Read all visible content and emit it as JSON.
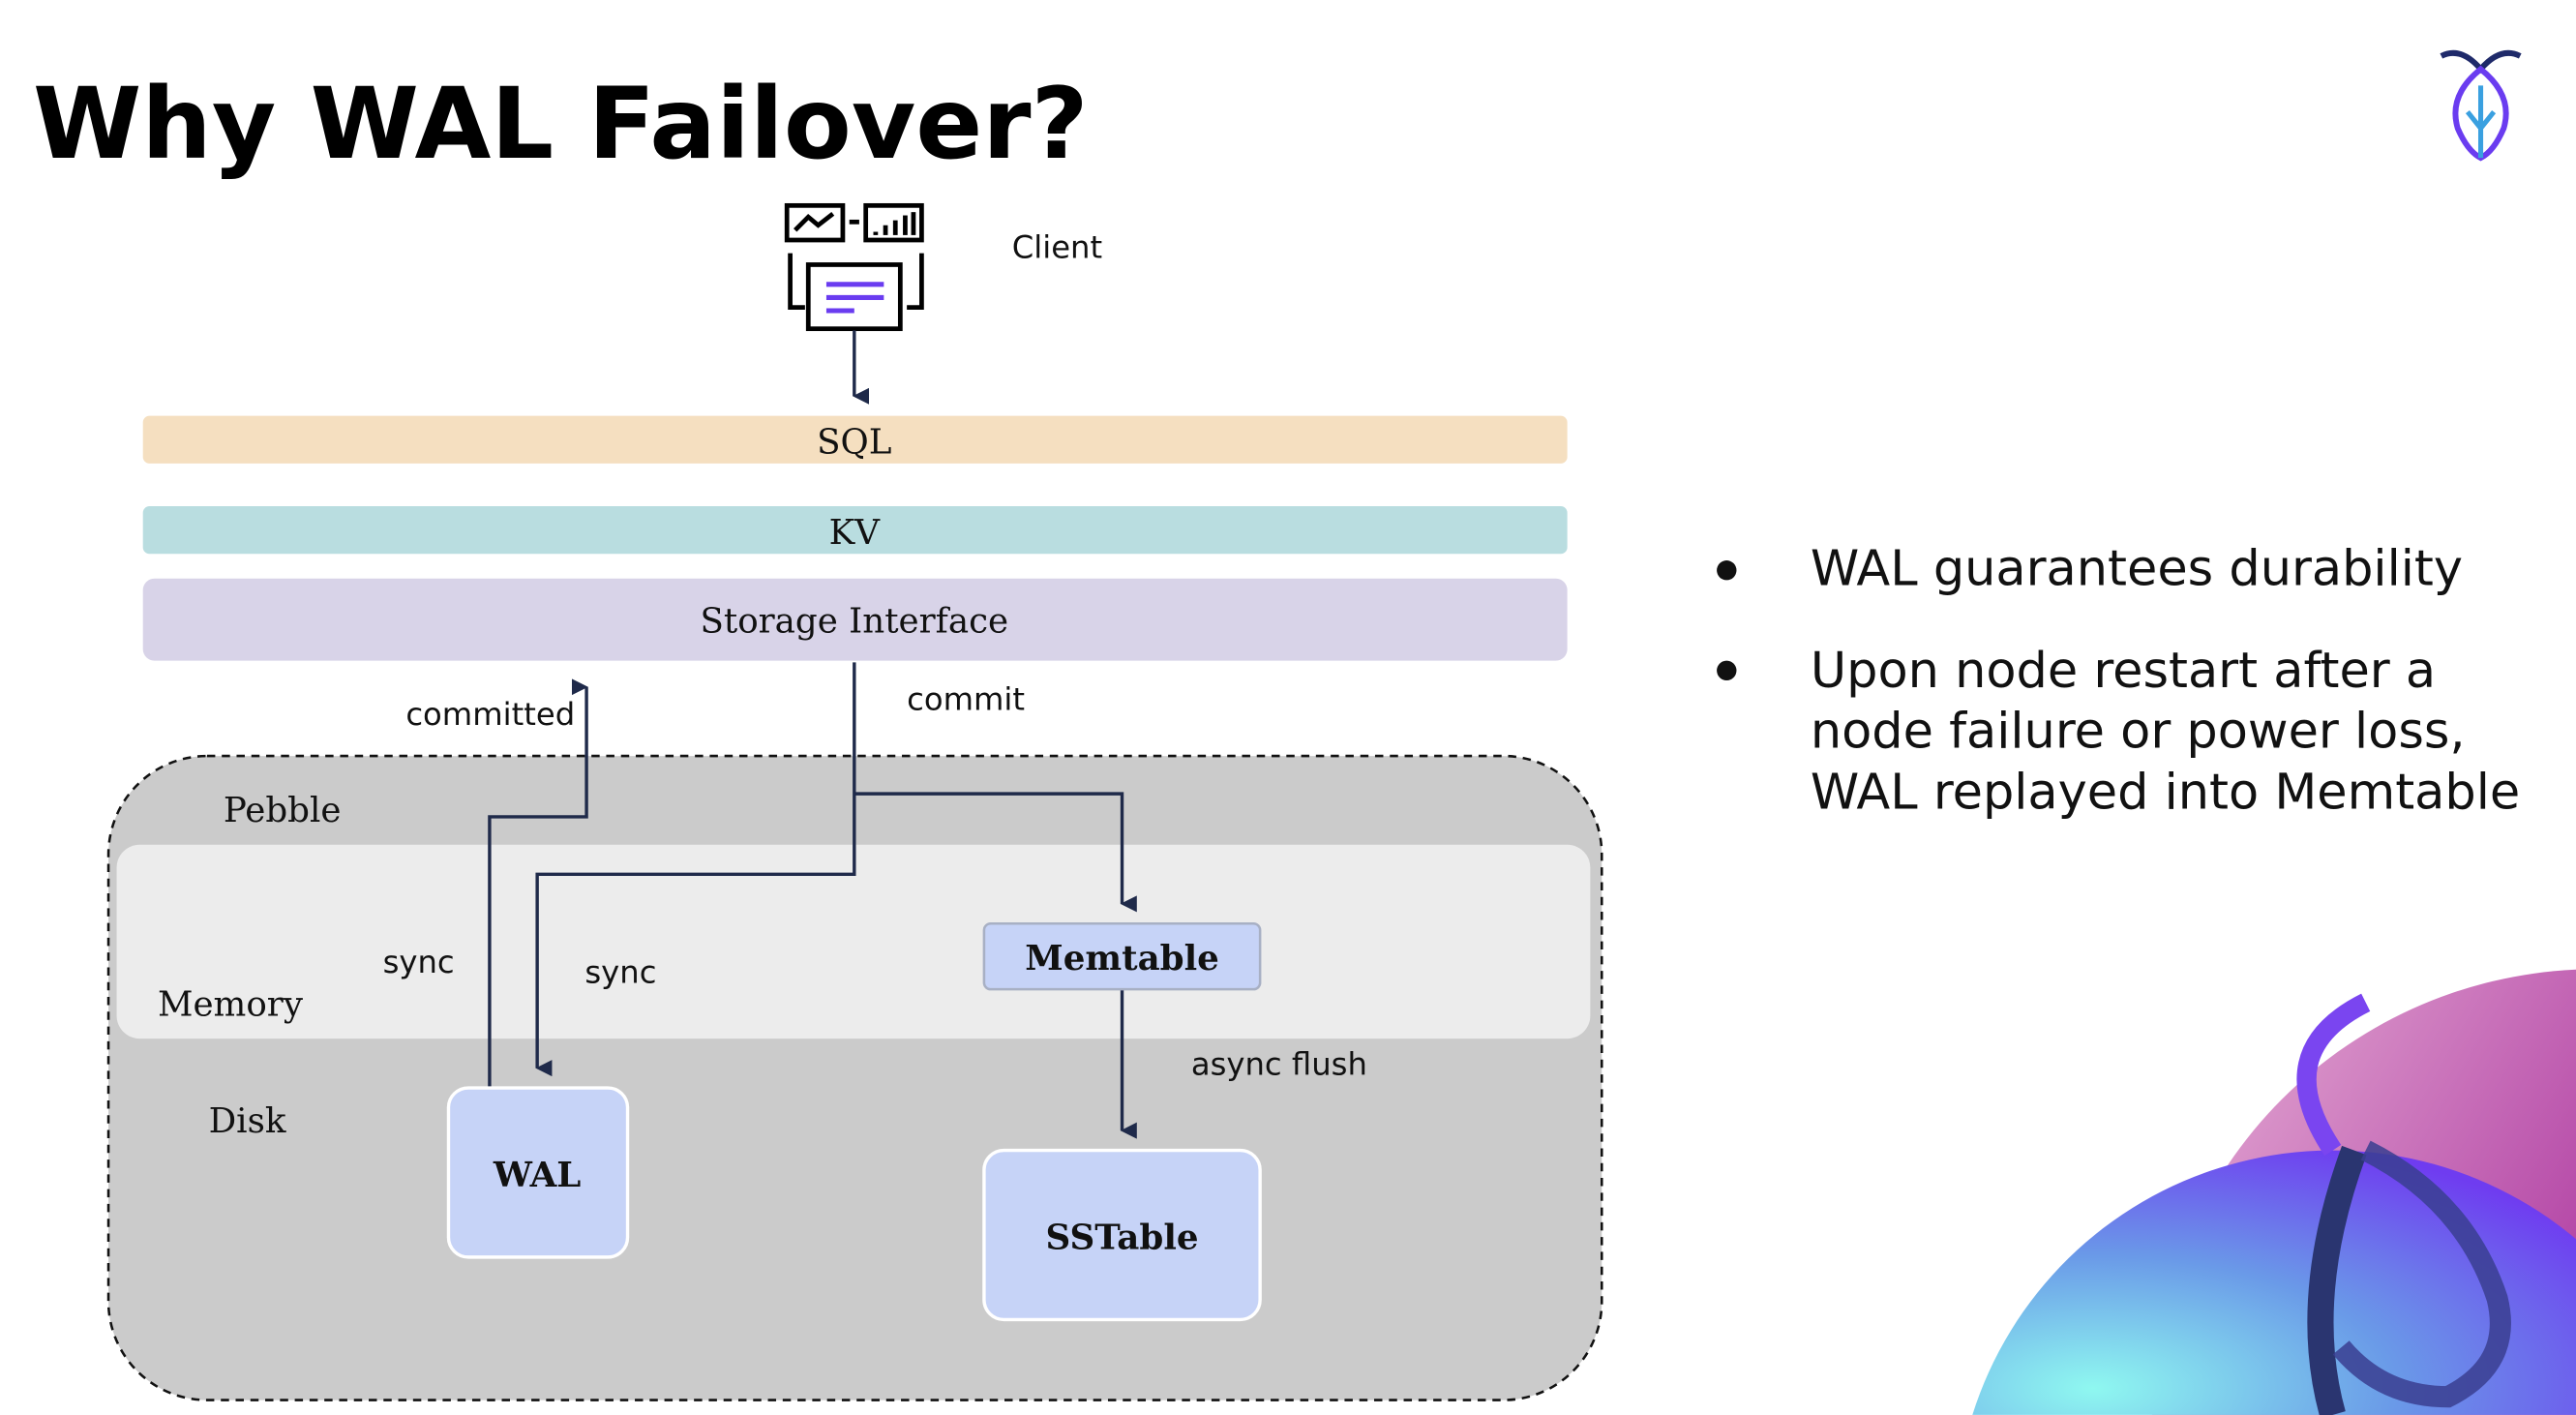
{
  "slide": {
    "title": "Why WAL Failover?",
    "logo_icon": "cockroach-labs-logo"
  },
  "diagram": {
    "client_label": "Client",
    "client_icon": "dashboard-client-icon",
    "layers": {
      "sql": "SQL",
      "kv": "KV",
      "storage": "Storage Interface"
    },
    "edge_labels": {
      "committed": "committed",
      "commit": "commit",
      "sync_left": "sync",
      "sync_right": "sync",
      "async_flush": "async flush"
    },
    "regions": {
      "pebble": "Pebble",
      "memory": "Memory",
      "disk": "Disk"
    },
    "nodes": {
      "memtable": "Memtable",
      "wal": "WAL",
      "sstable": "SSTable"
    },
    "colors": {
      "sql": "#f5dfc0",
      "kv": "#b9dde0",
      "storage": "#d8d3e8",
      "pebble": "#cbcbcb",
      "memory": "#ececec",
      "node": "#c6d3f7",
      "arrow": "#1f2a4a"
    }
  },
  "bullets": [
    {
      "lines": [
        "WAL guarantees durability"
      ]
    },
    {
      "lines": [
        "Upon node restart after a",
        "node failure or power loss,",
        "WAL replayed into Memtable"
      ]
    }
  ]
}
